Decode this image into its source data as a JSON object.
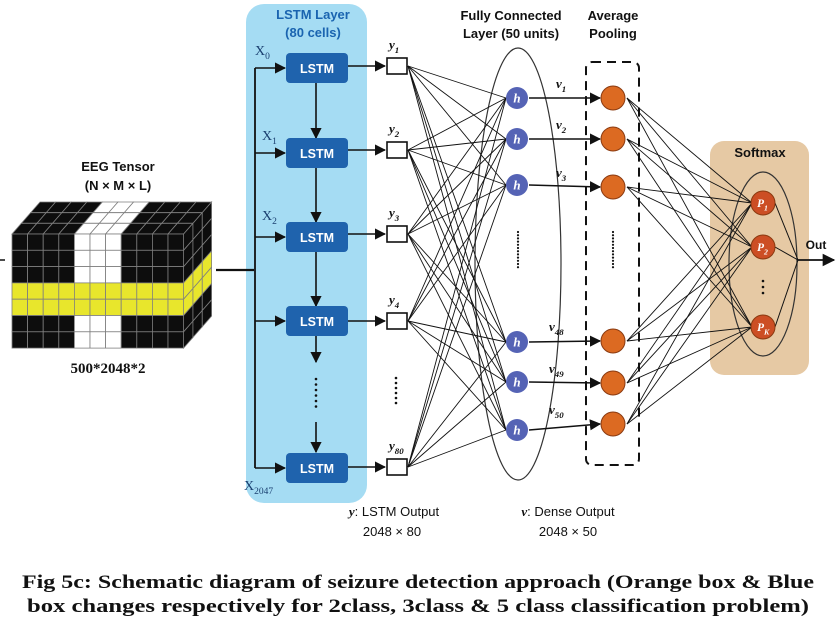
{
  "eeg": {
    "title": "EEG Tensor",
    "dims": "(N × M × L)",
    "size": "500*2048*2"
  },
  "lstm_layer": {
    "title_line1": "LSTM Layer",
    "title_line2": "(80 cells)",
    "cell_label": "LSTM",
    "inputs": [
      {
        "base": "X",
        "sub": "0"
      },
      {
        "base": "X",
        "sub": "1"
      },
      {
        "base": "X",
        "sub": "2"
      },
      {
        "base": "X",
        "sub": "2047"
      }
    ]
  },
  "lstm_outputs": [
    {
      "base": "y",
      "sub": "1"
    },
    {
      "base": "y",
      "sub": "2"
    },
    {
      "base": "y",
      "sub": "3"
    },
    {
      "base": "y",
      "sub": "4"
    },
    {
      "base": "y",
      "sub": "80"
    }
  ],
  "fc_layer": {
    "title_line1": "Fully Connected",
    "title_line2": "Layer (50 units)",
    "node_label": "h"
  },
  "pooling": {
    "title_line1": "Average",
    "title_line2": "Pooling",
    "outputs": [
      {
        "base": "v",
        "sub": "1"
      },
      {
        "base": "v",
        "sub": "2"
      },
      {
        "base": "v",
        "sub": "3"
      },
      {
        "base": "v",
        "sub": "48"
      },
      {
        "base": "v",
        "sub": "49"
      },
      {
        "base": "v",
        "sub": "50"
      }
    ]
  },
  "softmax": {
    "title": "Softmax",
    "nodes": [
      {
        "base": "P",
        "sub": "1"
      },
      {
        "base": "P",
        "sub": "2"
      },
      {
        "base": "P",
        "sub": "K"
      }
    ],
    "out_label": "Out"
  },
  "legends": {
    "lstm_out_var": "y",
    "lstm_out_text": ": LSTM Output",
    "lstm_out_dims": "2048 × 80",
    "dense_out_var": "v",
    "dense_out_text": ": Dense Output",
    "dense_out_dims": "2048 × 50"
  },
  "caption": {
    "line1": "Fig 5c: Schematic diagram of seizure detection approach (Orange box & Blue",
    "line2": "box changes respectively for 2class, 3class & 5 class classification problem)"
  },
  "colors": {
    "lstm_panel": "#a5dcf3",
    "lstm_cell": "#1f63ad",
    "fc_node": "#5563b5",
    "pool_node": "#dc6a22",
    "softmax_panel": "#e6c9a4",
    "softmax_node": "#cc4e24",
    "tensor_highlight": "#e8e62c"
  }
}
